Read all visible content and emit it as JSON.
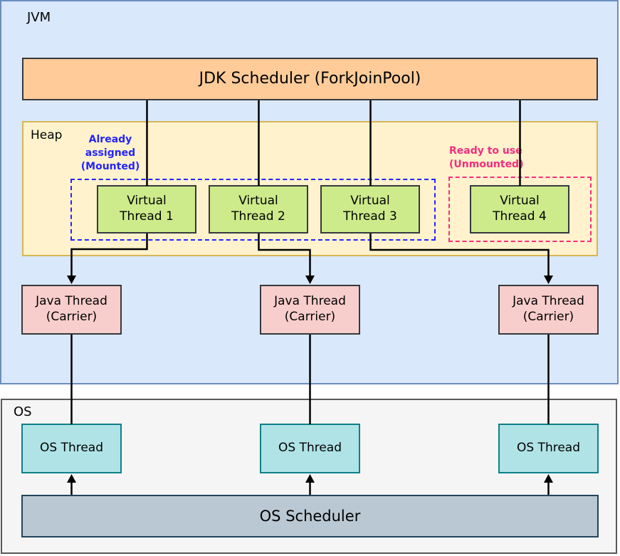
{
  "jvm_label": "JVM",
  "jdk_scheduler_label": "JDK Scheduler (ForkJoinPool)",
  "heap_label": "Heap",
  "mounted_caption": "Already\nassigned\n(Mounted)",
  "unmounted_caption": "Ready to use\n(Unmounted)",
  "virtual_threads": [
    "Virtual\nThread 1",
    "Virtual\nThread 2",
    "Virtual\nThread 3",
    "Virtual\nThread 4"
  ],
  "java_threads": [
    "Java Thread\n(Carrier)",
    "Java Thread\n(Carrier)",
    "Java Thread\n(Carrier)"
  ],
  "os_label": "OS",
  "os_threads": [
    "OS Thread",
    "OS Thread",
    "OS Thread"
  ],
  "os_scheduler_label": "OS Scheduler",
  "colors": {
    "jvm_bg": "#dae8fc",
    "jvm_border": "#6c8ebf",
    "scheduler_bg": "#ffcc99",
    "heap_bg": "#fff2cc",
    "heap_border": "#d6b656",
    "virtual_thread_bg": "#cdeb8b",
    "mounted_accent": "#2424ff",
    "unmounted_accent": "#f52d7e",
    "carrier_bg": "#f8cecc",
    "os_bg": "#f5f5f5",
    "os_thread_bg": "#b0e3e6",
    "os_thread_border": "#0e8088",
    "os_scheduler_bg": "#bac8d3",
    "os_scheduler_border": "#23445d",
    "connector": "#000000"
  }
}
